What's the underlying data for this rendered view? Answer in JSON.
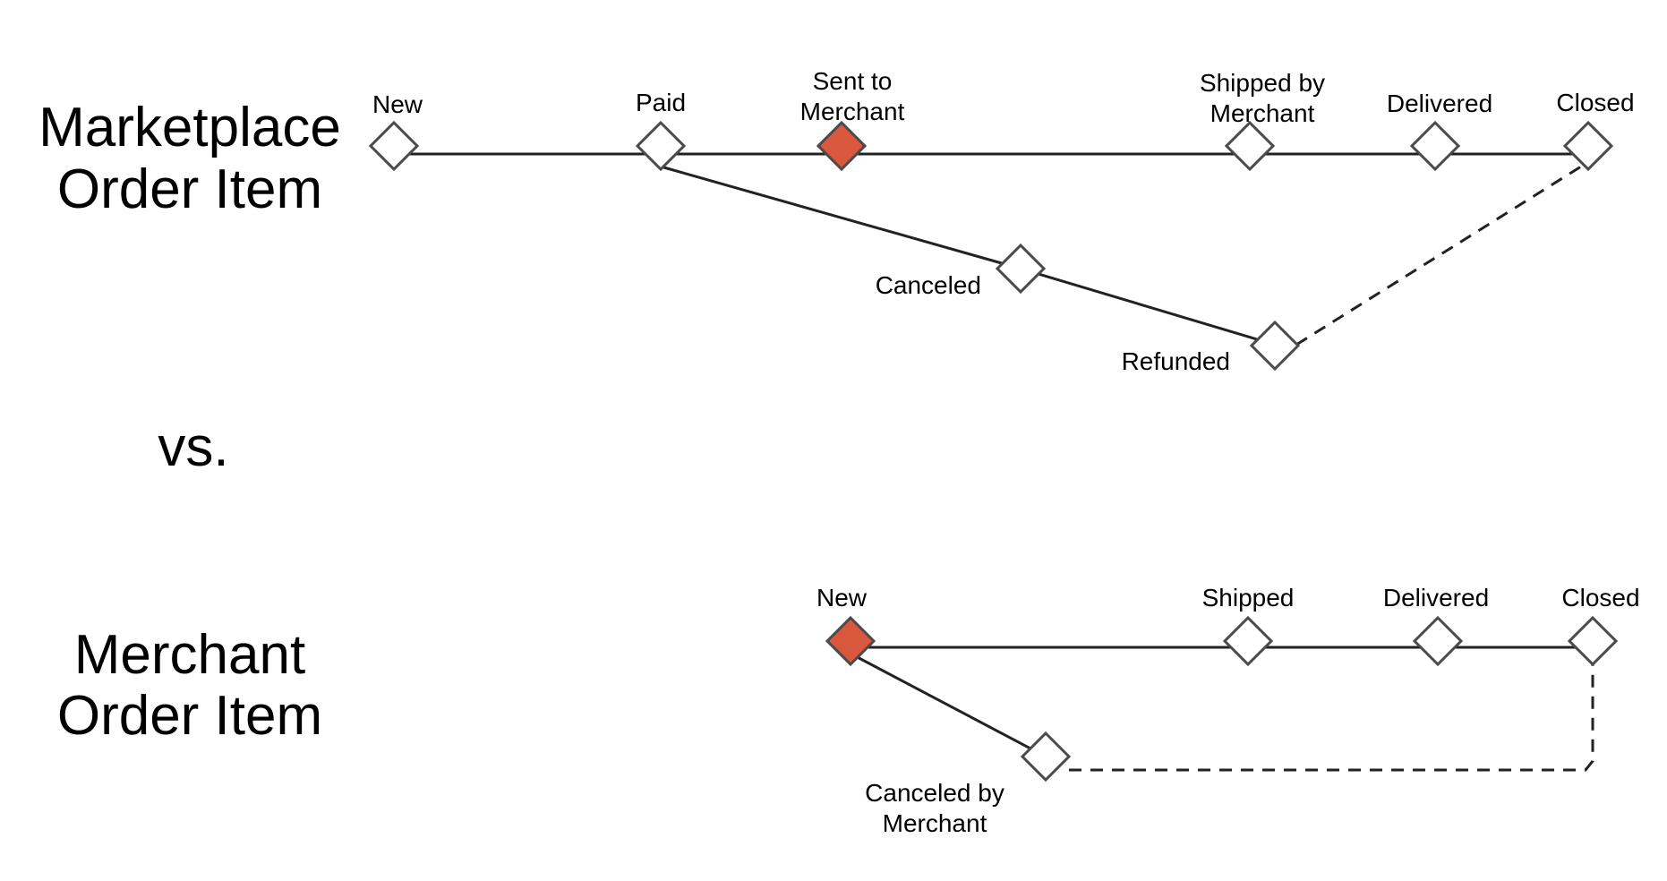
{
  "colors": {
    "active_state": "#d9583d",
    "inactive_state": "#ffffff",
    "line": "#222222"
  },
  "vs_label": "vs.",
  "marketplace": {
    "title_line1": "Marketplace",
    "title_line2": "Order Item",
    "states": {
      "new": {
        "label": "New",
        "active": false
      },
      "paid": {
        "label": "Paid",
        "active": false
      },
      "sent_to_merchant": {
        "label_line1": "Sent to",
        "label_line2": "Merchant",
        "active": true
      },
      "shipped_by_merchant": {
        "label_line1": "Shipped by",
        "label_line2": "Merchant",
        "active": false
      },
      "delivered": {
        "label": "Delivered",
        "active": false
      },
      "closed": {
        "label": "Closed",
        "active": false
      },
      "canceled": {
        "label": "Canceled",
        "active": false
      },
      "refunded": {
        "label": "Refunded",
        "active": false
      }
    },
    "transitions": [
      {
        "from": "new",
        "to": "paid",
        "style": "solid"
      },
      {
        "from": "paid",
        "to": "sent_to_merchant",
        "style": "solid"
      },
      {
        "from": "sent_to_merchant",
        "to": "shipped_by_merchant",
        "style": "solid"
      },
      {
        "from": "shipped_by_merchant",
        "to": "delivered",
        "style": "solid"
      },
      {
        "from": "delivered",
        "to": "closed",
        "style": "solid"
      },
      {
        "from": "paid",
        "to": "canceled",
        "style": "solid"
      },
      {
        "from": "canceled",
        "to": "refunded",
        "style": "solid"
      },
      {
        "from": "refunded",
        "to": "closed",
        "style": "dashed"
      }
    ]
  },
  "merchant": {
    "title_line1": "Merchant",
    "title_line2": "Order Item",
    "states": {
      "new": {
        "label": "New",
        "active": true
      },
      "shipped": {
        "label": "Shipped",
        "active": false
      },
      "delivered": {
        "label": "Delivered",
        "active": false
      },
      "closed": {
        "label": "Closed",
        "active": false
      },
      "canceled_by_merchant": {
        "label_line1": "Canceled by",
        "label_line2": "Merchant",
        "active": false
      }
    },
    "transitions": [
      {
        "from": "new",
        "to": "shipped",
        "style": "solid"
      },
      {
        "from": "shipped",
        "to": "delivered",
        "style": "solid"
      },
      {
        "from": "delivered",
        "to": "closed",
        "style": "solid"
      },
      {
        "from": "new",
        "to": "canceled_by_merchant",
        "style": "solid"
      },
      {
        "from": "canceled_by_merchant",
        "to": "closed",
        "style": "dashed"
      }
    ]
  }
}
